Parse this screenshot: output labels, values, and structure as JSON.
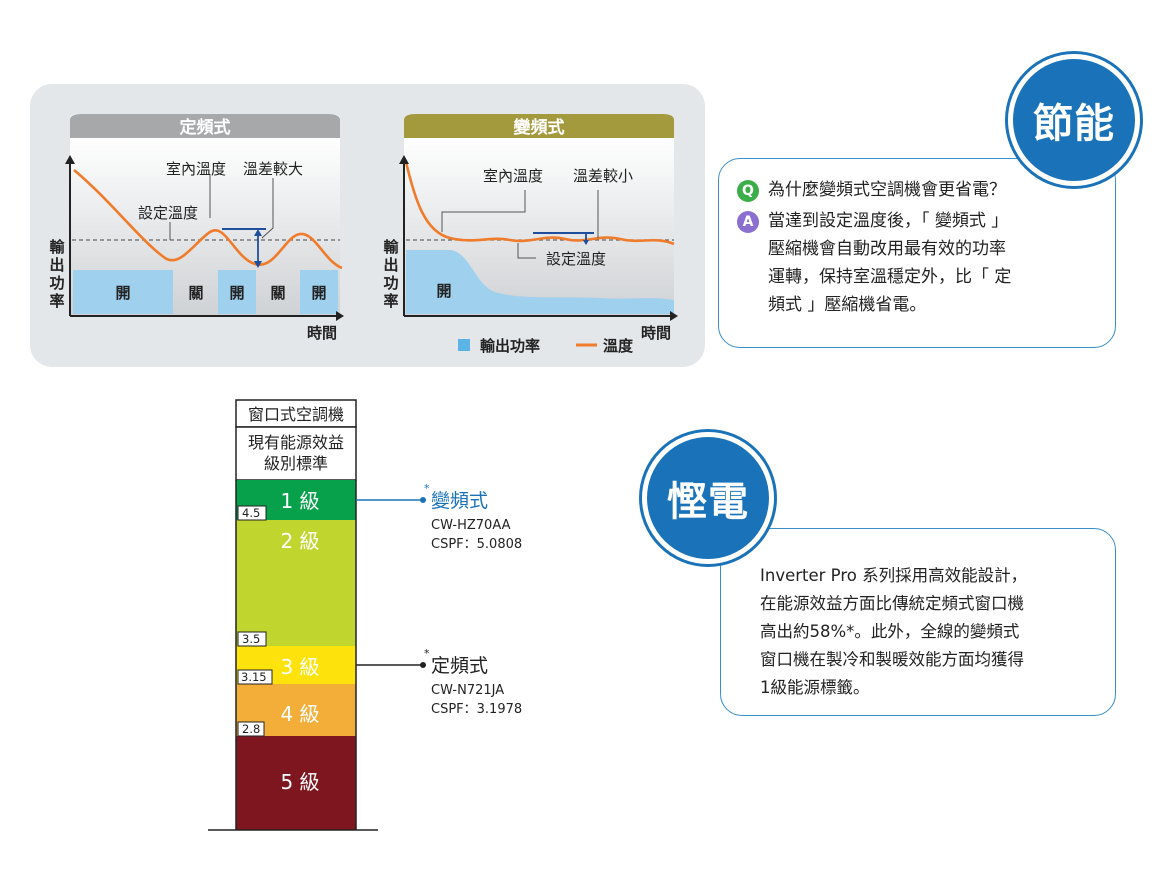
{
  "charts": {
    "left": {
      "title": "定頻式",
      "title_color": "#a6a8aa",
      "label_indoor": "室內溫度",
      "label_diff": "溫差較大",
      "label_setpoint": "設定溫度",
      "ylabel": [
        "輸",
        "出",
        "功",
        "率"
      ],
      "xlabel": "時間",
      "blocks": [
        "開",
        "關",
        "開",
        "關",
        "開"
      ]
    },
    "right": {
      "title": "變頻式",
      "title_color": "#a39a3e",
      "label_indoor": "室內溫度",
      "label_diff": "溫差較小",
      "label_setpoint": "設定溫度",
      "ylabel": [
        "輸",
        "出",
        "功",
        "率"
      ],
      "xlabel": "時間",
      "block": "開"
    },
    "legend": {
      "power": "輸出功率",
      "temp": "溫度"
    },
    "colors": {
      "power": "#9fd0ee",
      "temp": "#ef7b2b"
    }
  },
  "qa": {
    "badge": "節能",
    "q_icon": "Q",
    "question": "為什麼變頻式空調機會更省電？",
    "a_icon": "A",
    "answer_lines": [
      "當達到設定溫度後，「 變頻式 」",
      "壓縮機會自動改用最有效的功率",
      "運轉，保持室溫穩定外，比「 定",
      "頻式 」壓縮機省電。"
    ]
  },
  "rating": {
    "header": "窗口式空調機",
    "subheader_lines": [
      "現有能源效益",
      "級別標準"
    ],
    "grades": [
      {
        "label": "1 級",
        "color": "#07a14b"
      },
      {
        "label": "2 級",
        "color": "#c1d52f"
      },
      {
        "label": "3 級",
        "color": "#fde20c"
      },
      {
        "label": "4 級",
        "color": "#f2ae38"
      },
      {
        "label": "5 級",
        "color": "#7e1620"
      }
    ],
    "thresholds": [
      "4.5",
      "3.5",
      "3.15",
      "2.8"
    ],
    "inverter": {
      "star": "*",
      "name": "變頻式",
      "model": "CW-HZ70AA",
      "cspf": "CSPF：5.0808"
    },
    "fixed": {
      "star": "*",
      "name": "定頻式",
      "model": "CW-N721JA",
      "cspf": "CSPF：3.1978"
    }
  },
  "saving": {
    "badge": "慳電",
    "lines": [
      "Inverter Pro 系列採用高效能設計，",
      "在能源效益方面比傳統定頻式窗口機",
      "高出約58%*。此外，全線的變頻式",
      "窗口機在製冷和製暖效能方面均獲得",
      "1級能源標籤。"
    ]
  }
}
